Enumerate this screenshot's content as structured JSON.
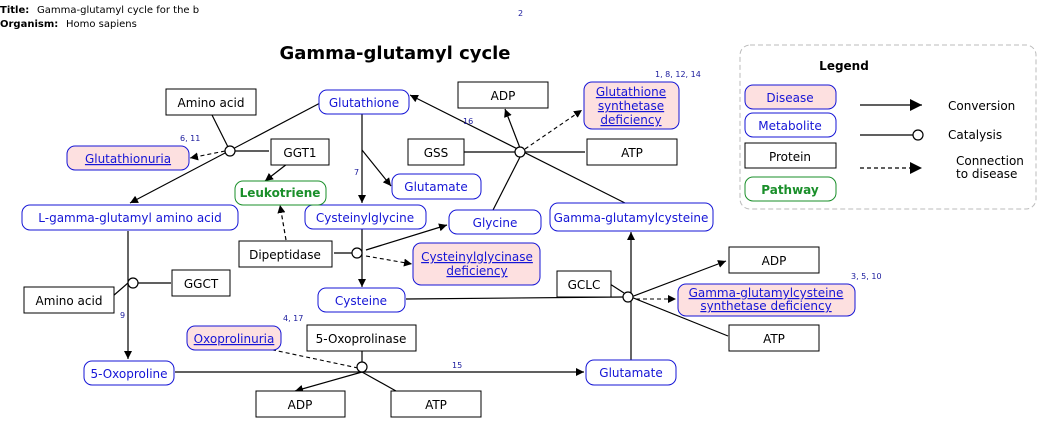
{
  "header": {
    "title_label": "Title:",
    "title_value": "Gamma-glutamyl cycle for the b",
    "organism_label": "Organism:",
    "organism_value": "Homo sapiens",
    "page_ref": "2"
  },
  "diagram_title": "Gamma-glutamyl cycle",
  "colors": {
    "metabolite": "#1515d6",
    "disease_fill": "#fde0e0",
    "disease_border": "#1515d6",
    "pathway": "#1a8f2a",
    "protein": "#000000",
    "legend_border": "#bbbbbb"
  },
  "nodes": {
    "amino_acid_top": "Amino acid",
    "glutathione": "Glutathione",
    "adp_top": "ADP",
    "gs_deficiency_line1": "Glutathione",
    "gs_deficiency_line2": "synthetase",
    "gs_deficiency_line3": "deficiency",
    "gs_deficiency_refs": "1, 8, 12, 14",
    "glutathionuria": "Glutathionuria",
    "glutathionuria_refs": "6, 11",
    "ggt1": "GGT1",
    "gss": "GSS",
    "atp_top": "ATP",
    "leukotriene": "Leukotriene",
    "glutamate_top": "Glutamate",
    "l_gamma_glutamyl_amino_acid": "L-gamma-glutamyl amino acid",
    "cysteinylglycine": "Cysteinylglycine",
    "glycine": "Glycine",
    "gamma_glutamylcysteine": "Gamma-glutamylcysteine",
    "dipeptidase": "Dipeptidase",
    "cgase_deficiency_line1": "Cysteinylglycinase",
    "cgase_deficiency_line2": "deficiency",
    "adp_right": "ADP",
    "ggct": "GGCT",
    "amino_acid_left": "Amino acid",
    "cysteine": "Cysteine",
    "gclc": "GCLC",
    "ggcs_deficiency_line1": "Gamma-glutamylcysteine",
    "ggcs_deficiency_line2": "synthetase deficiency",
    "ggcs_deficiency_refs": "3, 5, 10",
    "oxoprolinuria": "Oxoprolinuria",
    "oxoprolinuria_refs": "4, 17",
    "oxoprolinase": "5-Oxoprolinase",
    "atp_right": "ATP",
    "oxoproline": "5-Oxoproline",
    "glutamate_bottom": "Glutamate",
    "adp_bottom": "ADP",
    "atp_bottom": "ATP"
  },
  "edge_refs": {
    "ref_16": "16",
    "ref_7": "7",
    "ref_9": "9",
    "ref_15": "15"
  },
  "legend": {
    "title": "Legend",
    "disease": "Disease",
    "metabolite": "Metabolite",
    "protein": "Protein",
    "pathway": "Pathway",
    "conversion": "Conversion",
    "catalysis": "Catalysis",
    "connection_line1": "Connection",
    "connection_line2": "to disease"
  }
}
